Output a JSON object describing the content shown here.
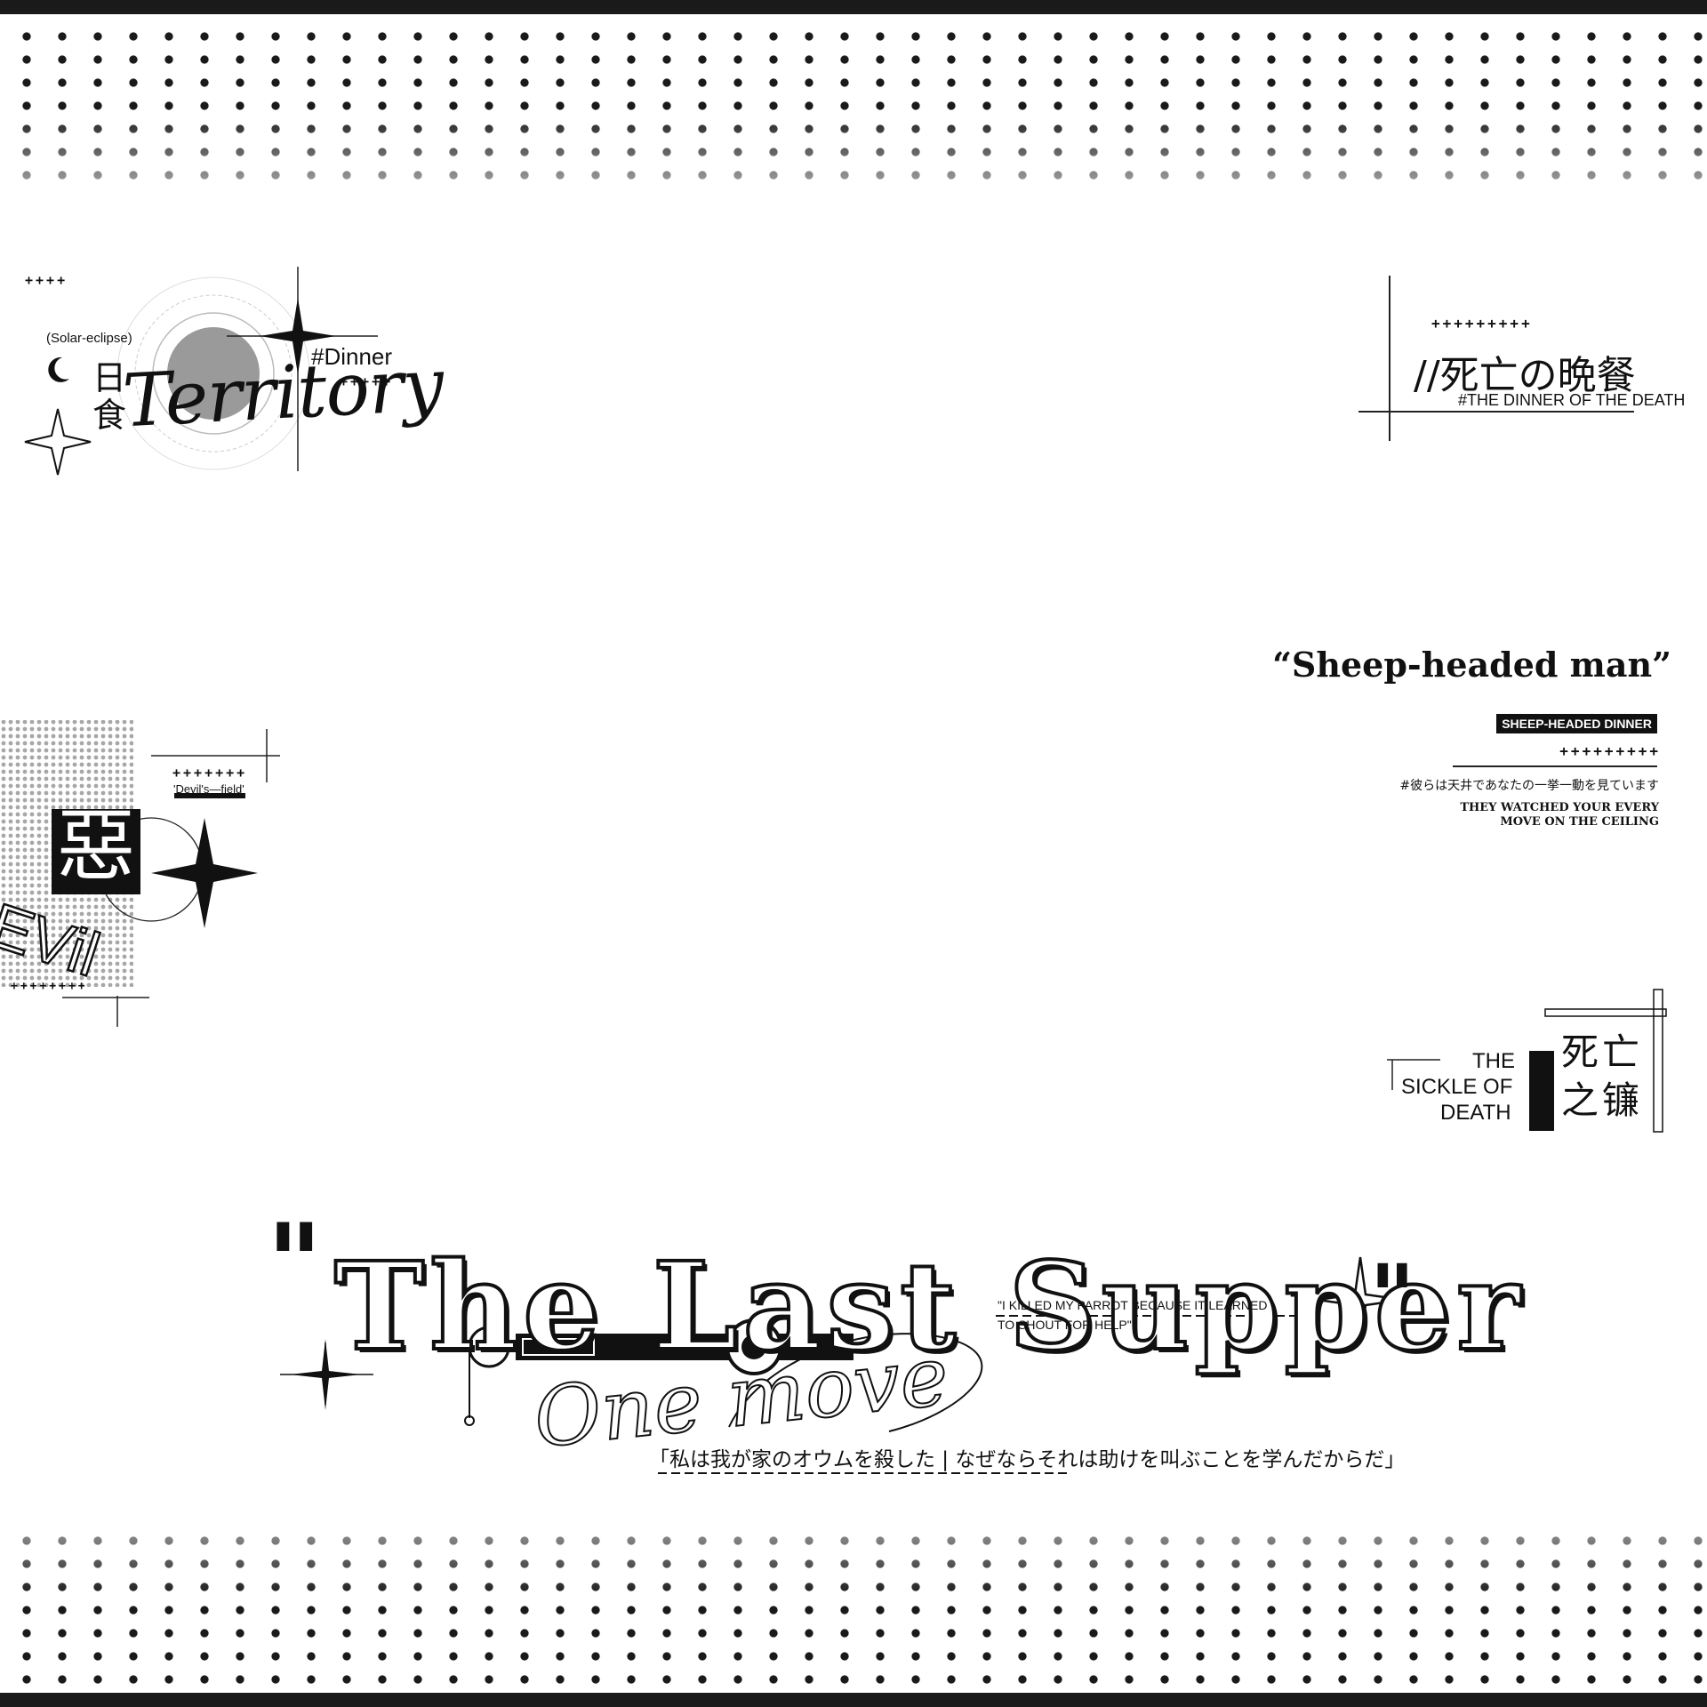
{
  "colors": {
    "ink": "#111111",
    "gray": "#9a9a9a",
    "paper": "#ffffff"
  },
  "solar_eclipse_block": {
    "plus_top": "++++",
    "subtitle": "(Solar-eclipse)",
    "kanji_top": "日",
    "kanji_bottom": "食",
    "script_word": "Territory",
    "hashtag": "#Dinner",
    "plus_bottom": "+++++"
  },
  "dinner_of_death_block": {
    "plus_row": "+++++++++",
    "title_jp": "//死亡の晩餐",
    "subtitle": "#THE DINNER OF THE DEATH"
  },
  "devil_block": {
    "plus_top": "+++++++",
    "field_label": "'Devil's—field'",
    "kanji": "惡",
    "word": "EVil",
    "plus_bottom": "++++++++"
  },
  "sheep_block": {
    "title": "“Sheep-headed man”",
    "badge": "SHEEP-HEADED DINNER",
    "plus_row": "+++++++++",
    "jp_line": "#彼らは天井であなたの一挙一動を見ています",
    "en_line1": "THEY WATCHED YOUR EVERY",
    "en_line2": "MOVE ON THE CEILING"
  },
  "sickle_block": {
    "en_line1": "THE",
    "en_line2": "SICKLE OF",
    "en_line3": "DEATH",
    "kanji_1": "死",
    "kanji_2": "亡",
    "kanji_3": "之",
    "kanji_4": "镰"
  },
  "last_supper_block": {
    "open_quote": "\"",
    "title": "The Last Supper",
    "close_quote": "\"",
    "script_overlay": "One move",
    "quote_en_line1": "\"I KILLED MY PARROT BECAUSE IT LEARNED",
    "quote_en_line2": "TO SHOUT FOR HELP\"",
    "quote_jp": "「私は我が家のオウムを殺した | なぜならそれは助けを叫ぶことを学んだからだ」"
  }
}
